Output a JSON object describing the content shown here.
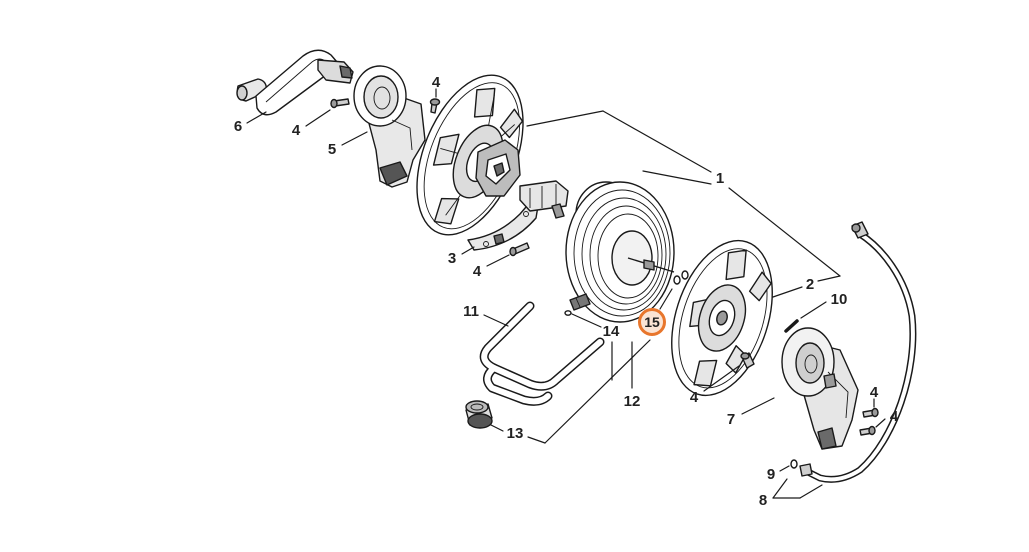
{
  "diagram": {
    "background": "#ffffff",
    "line_color": "#1a1a1a",
    "part_fill": "#ffffff",
    "shade_fill": "#e4e4e4",
    "dark_fill": "#6a6a6a"
  },
  "callouts": [
    {
      "label": "6"
    },
    {
      "label": "4"
    },
    {
      "label": "5"
    },
    {
      "label": "4"
    },
    {
      "label": "3"
    },
    {
      "label": "4"
    },
    {
      "label": "1"
    },
    {
      "label": "2"
    },
    {
      "label": "10"
    },
    {
      "label": "11"
    },
    {
      "label": "14"
    },
    {
      "label": "12"
    },
    {
      "label": "4"
    },
    {
      "label": "7"
    },
    {
      "label": "13"
    },
    {
      "label": "4"
    },
    {
      "label": "4"
    },
    {
      "label": "9"
    },
    {
      "label": "8"
    }
  ],
  "highlight": {
    "label": "15",
    "color": "#e8762c",
    "fill": "#fbe4d4"
  }
}
